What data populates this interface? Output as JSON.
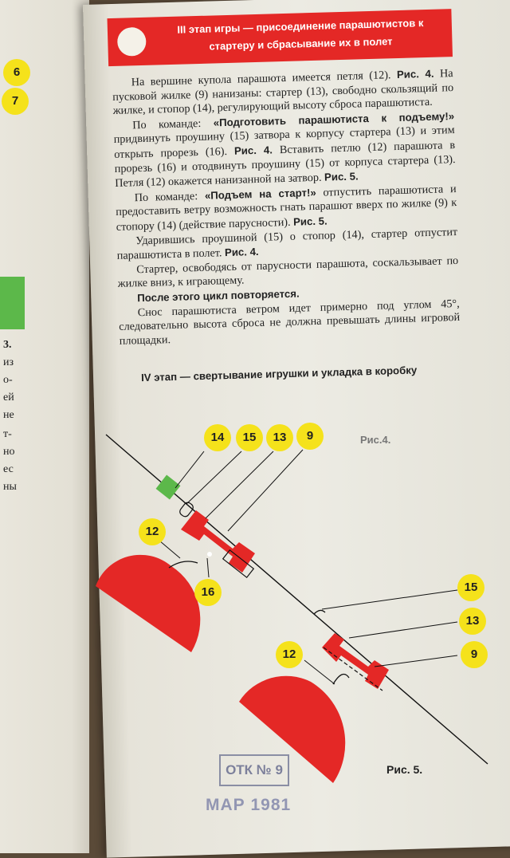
{
  "header": {
    "title": "III этап игры — присоединение парашютистов к стартеру и сбрасывание их в полет"
  },
  "paragraphs": [
    [
      {
        "t": "На вершине купола парашюта имеется петля (12). "
      },
      {
        "t": "Рис. 4.",
        "b": true
      },
      {
        "t": " На пусковой жилке (9) нанизаны: стартер (13), свободно скользящий по жилке, и стопор (14), регулирующий высоту сброса парашютиста."
      }
    ],
    [
      {
        "t": "По команде: "
      },
      {
        "t": "«Подготовить парашютиста к подъему!»",
        "b": true
      },
      {
        "t": " придвинуть проушину (15) затвора к корпусу стартера (13) и этим открыть прорезь (16). "
      },
      {
        "t": "Рис. 4.",
        "b": true
      },
      {
        "t": " Вставить петлю (12) парашюта в прорезь (16) и отодвинуть проушину (15) от корпуса стартера (13). Петля (12) окажется нанизанной на затвор. "
      },
      {
        "t": "Рис. 5.",
        "b": true
      }
    ],
    [
      {
        "t": "По команде: "
      },
      {
        "t": "«Подъем на старт!»",
        "b": true
      },
      {
        "t": " отпустить парашютиста и предоставить ветру возможность гнать парашют вверх по жилке (9) к стопору (14) (действие парусности). "
      },
      {
        "t": "Рис. 5.",
        "b": true
      }
    ],
    [
      {
        "t": "Ударившись проушиной (15) о стопор (14), стартер отпустит парашютиста в полет. "
      },
      {
        "t": "Рис. 4.",
        "b": true
      }
    ],
    [
      {
        "t": "Стартер, освободясь от парусности парашюта, соскальзывает по жилке вниз, к играющему."
      }
    ],
    [
      {
        "t": "После этого цикл повторяется.",
        "b": true
      }
    ],
    [
      {
        "t": "Снос парашютиста ветром идет примерно под углом 45°, следовательно высота сброса не должна превышать длины игровой площадки."
      }
    ]
  ],
  "section_iv": "IV этап — свертывание игрушки и укладка в коробку",
  "fig4_caption": "Рис.4.",
  "fig5_caption": "Рис. 5.",
  "fig4_badges": [
    "14",
    "15",
    "13",
    "9",
    "12",
    "16"
  ],
  "fig5_badges": [
    "15",
    "13",
    "9",
    "12"
  ],
  "left_page": {
    "badges": [
      "6",
      "7"
    ],
    "fragments": [
      "3.",
      "из",
      "о-",
      "ей",
      "не",
      "т-",
      "но",
      "ес",
      "ны"
    ]
  },
  "stamps": {
    "otk": "ОТК № 9",
    "date": "МАР 1981"
  },
  "colors": {
    "red": "#e42826",
    "yellow": "#f5e21b",
    "green": "#5cb84a"
  }
}
